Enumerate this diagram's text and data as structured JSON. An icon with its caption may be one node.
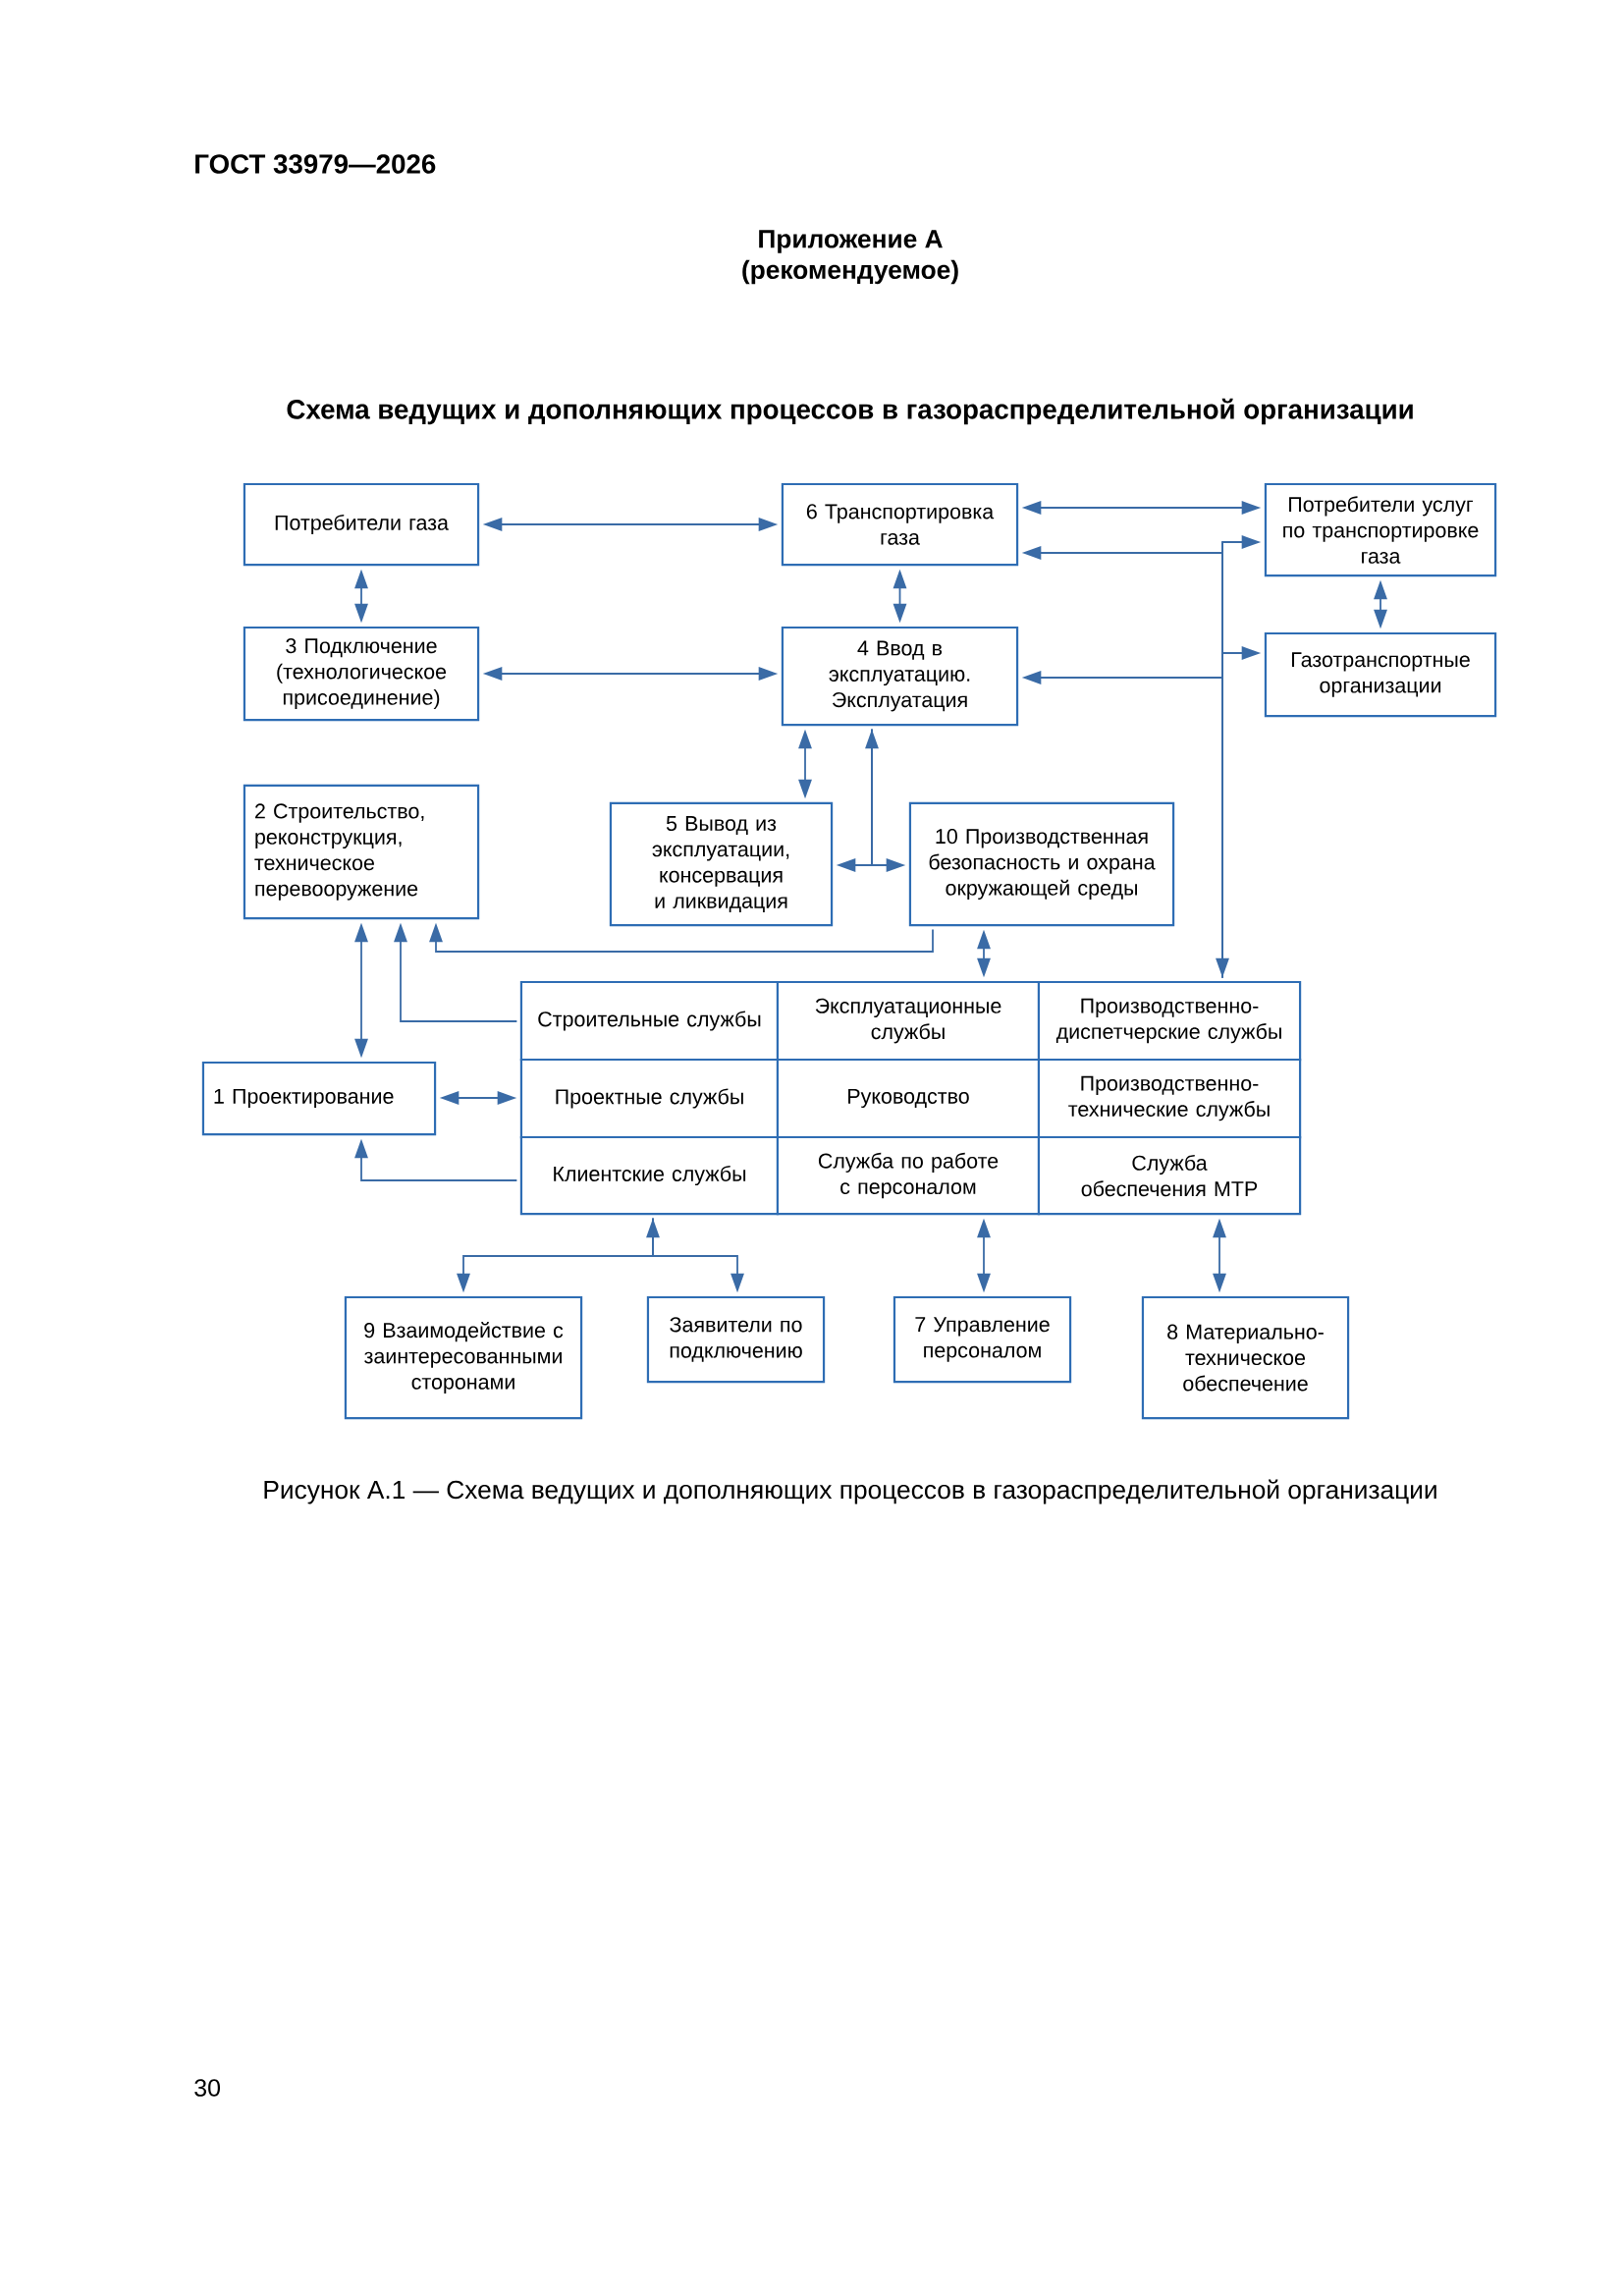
{
  "diagram": {
    "title": "Схема ведущих и дополняющих процессов в газораспределительной организации",
    "caption": "Рисунок А.1 — Схема ведущих и дополняющих процессов в газораспределительной организации",
    "nodes": [
      {
        "text": [
          "Потребители газа"
        ]
      },
      {
        "text": [
          "6 Транспортировка газа"
        ]
      },
      {
        "text": [
          "Потребители услуг по транспортировке газа"
        ]
      },
      {
        "text": [
          "3 Подключение (технологическое присоединение)"
        ]
      },
      {
        "text": [
          "4 Ввод в эксплуатацию. Эксплуатация"
        ]
      },
      {
        "text": [
          "Газотранспортные организации"
        ]
      },
      {
        "text": [
          "2 Строительство, реконструкция, техническое перевооружение"
        ]
      },
      {
        "text": [
          "5 Вывод из эксплуатации, консервация и ликвидация"
        ]
      },
      {
        "text": [
          "10 Производственная безопасность и охрана окружающей среды"
        ]
      },
      {
        "text": [
          "Строительные службы"
        ]
      },
      {
        "text": [
          "Эксплуатационные службы"
        ]
      },
      {
        "text": [
          "Производственно-диспетчерские службы"
        ]
      },
      {
        "text": [
          "1 Проектирование"
        ]
      },
      {
        "text": [
          "Проектные службы"
        ]
      },
      {
        "text": [
          "Руководство"
        ]
      },
      {
        "text": [
          "Производственно-технические службы"
        ]
      },
      {
        "text": [
          "Клиентские службы"
        ]
      },
      {
        "text": [
          "Служба по работе с персоналом"
        ]
      },
      {
        "text": [
          "Служба обеспечения МТР"
        ]
      },
      {
        "text": [
          "9 Взаимодействие с заинтересованными сторонами"
        ]
      },
      {
        "text": [
          "Заявители по подключению"
        ]
      },
      {
        "text": [
          "7 Управление персоналом"
        ]
      },
      {
        "text": [
          "8 Материально-техническое обеспечение"
        ]
      }
    ],
    "edges": [
      {
        "from": 0,
        "to": 1,
        "arrow": "both"
      },
      {
        "from": 0,
        "to": 3,
        "arrow": "both"
      },
      {
        "from": 1,
        "to": 2,
        "arrow": "both"
      },
      {
        "from": 1,
        "to": 4,
        "arrow": "both"
      },
      {
        "from": 3,
        "to": 4,
        "arrow": "both"
      },
      {
        "from": 2,
        "to": 5,
        "arrow": "both"
      },
      {
        "from": 11,
        "to": 1,
        "arrow": "both"
      },
      {
        "from": 11,
        "to": 2,
        "arrow": "both"
      },
      {
        "from": 11,
        "to": 5,
        "arrow": "both"
      },
      {
        "from": 11,
        "to": 4,
        "arrow": "both"
      },
      {
        "from": 4,
        "to": 7,
        "arrow": "both"
      },
      {
        "from": 4,
        "to": 7,
        "arrow": "both"
      },
      {
        "from": 4,
        "to": 8,
        "arrow": "both"
      },
      {
        "from": 8,
        "to": 6,
        "arrow": "to"
      },
      {
        "from": 9,
        "to": 6,
        "arrow": "to"
      },
      {
        "from": 6,
        "to": 12,
        "arrow": "both"
      },
      {
        "from": 12,
        "to": 13,
        "arrow": "both"
      },
      {
        "from": 16,
        "to": 12,
        "arrow": "to"
      },
      {
        "from": 8,
        "to": 10,
        "arrow": "both"
      },
      {
        "from": 16,
        "to": 19,
        "arrow": "both"
      },
      {
        "from": 16,
        "to": 20,
        "arrow": "both"
      },
      {
        "from": 17,
        "to": 21,
        "arrow": "both"
      },
      {
        "from": 18,
        "to": 22,
        "arrow": "both"
      }
    ],
    "labels": [
      "ГОСТ 33979—2026",
      "Приложение А",
      "(рекомендуемое)",
      "30"
    ]
  }
}
